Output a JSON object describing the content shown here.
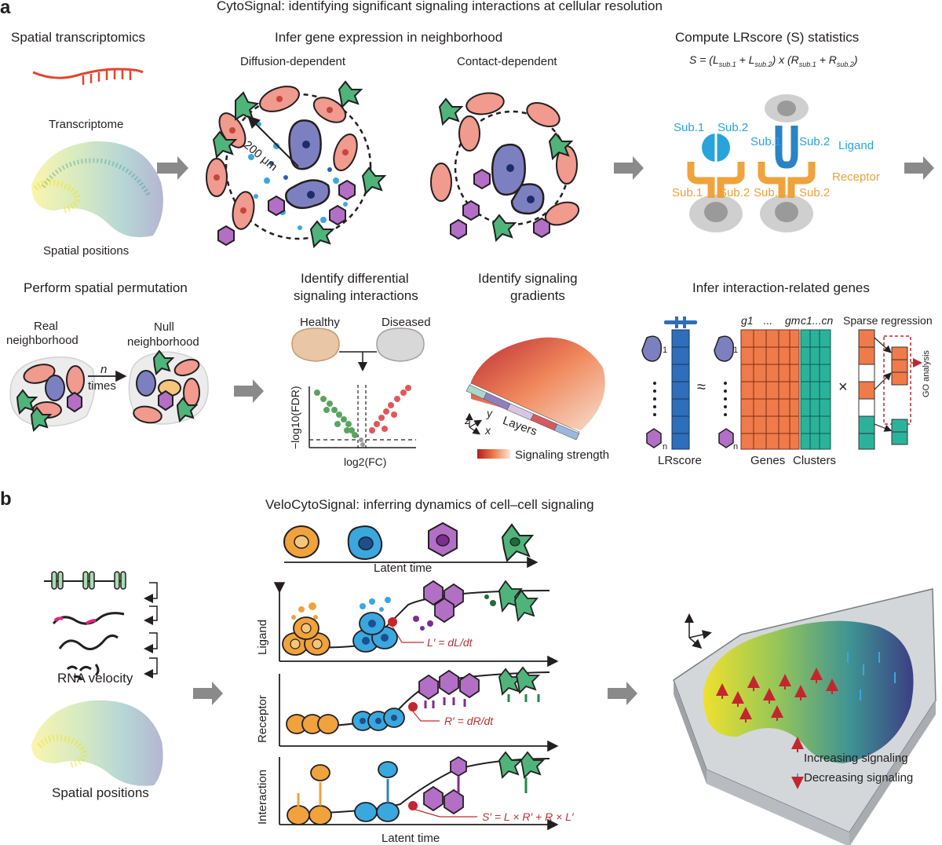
{
  "panel_a": {
    "letter": "a",
    "title": "CytoSignal: identifying significant signaling interactions at cellular resolution",
    "spatial": {
      "heading": "Spatial transcriptomics",
      "transcriptome": "Transcriptome",
      "positions": "Spatial positions"
    },
    "infer": {
      "heading": "Infer gene expression in neighborhood",
      "diffusion": "Diffusion-dependent",
      "contact": "Contact-dependent",
      "radius": "200 μm"
    },
    "lrscore": {
      "heading": "Compute LRscore (S) statistics",
      "formula_main": "S = (L",
      "formula_1": "sub.1",
      "formula_plus1": " + L",
      "formula_2": "sub.2",
      "formula_times": ") x (R",
      "formula_3": "sub.1",
      "formula_plus2": " + R",
      "formula_4": "sub.2",
      "formula_end": ")",
      "sub1": "Sub.1",
      "sub2": "Sub.2",
      "ligand": "Ligand",
      "receptor": "Receptor"
    },
    "permutation": {
      "heading": "Perform spatial permutation",
      "real": "Real",
      "real2": "neighborhood",
      "null": "Null",
      "null2": "neighborhood",
      "n": "n",
      "times": "times"
    },
    "differential": {
      "heading1": "Identify differential",
      "heading2": "signaling interactions",
      "healthy": "Healthy",
      "diseased": "Diseased",
      "ylabel": "−log10(FDR)",
      "xlabel": "log2(FC)"
    },
    "gradients": {
      "heading1": "Identify signaling",
      "heading2": "gradients",
      "layers": "Layers",
      "strength": "Signaling strength",
      "axis_z": "z",
      "axis_y": "y",
      "axis_x": "x"
    },
    "genes": {
      "heading": "Infer interaction-related genes",
      "g1": "g1",
      "dots": "...",
      "gm": "gm",
      "cs": "c1...cn",
      "sparse": "Sparse regression",
      "go": "GO analysis",
      "lrscore": "LRscore",
      "genes": "Genes",
      "clusters": "Clusters",
      "approx": "≈",
      "times": "×",
      "one": "1",
      "n": "n"
    }
  },
  "panel_b": {
    "letter": "b",
    "title": "VeloCytoSignal: inferring dynamics of cell–cell signaling",
    "rna_velocity": "RNA velocity",
    "spatial_positions": "Spatial positions",
    "latent_time_top": "Latent time",
    "latent_time_bottom": "Latent time",
    "ligand": "Ligand",
    "receptor": "Receptor",
    "interaction": "Interaction",
    "eq_ligand": "L′ = dL/dt",
    "eq_receptor": "R′ = dR/dt",
    "eq_interaction": "S′ = L × R′ + R × L′",
    "increasing": "Increasing signaling",
    "decreasing": "Decreasing signaling"
  },
  "colors": {
    "orange": "#f0a23c",
    "blue": "#3aa7de",
    "purple": "#a15bb5",
    "green": "#3f9b5a",
    "red_cell": "#ee8a80",
    "navy_cell": "#7d80c0",
    "arrow_gray": "#8a8a8a"
  }
}
